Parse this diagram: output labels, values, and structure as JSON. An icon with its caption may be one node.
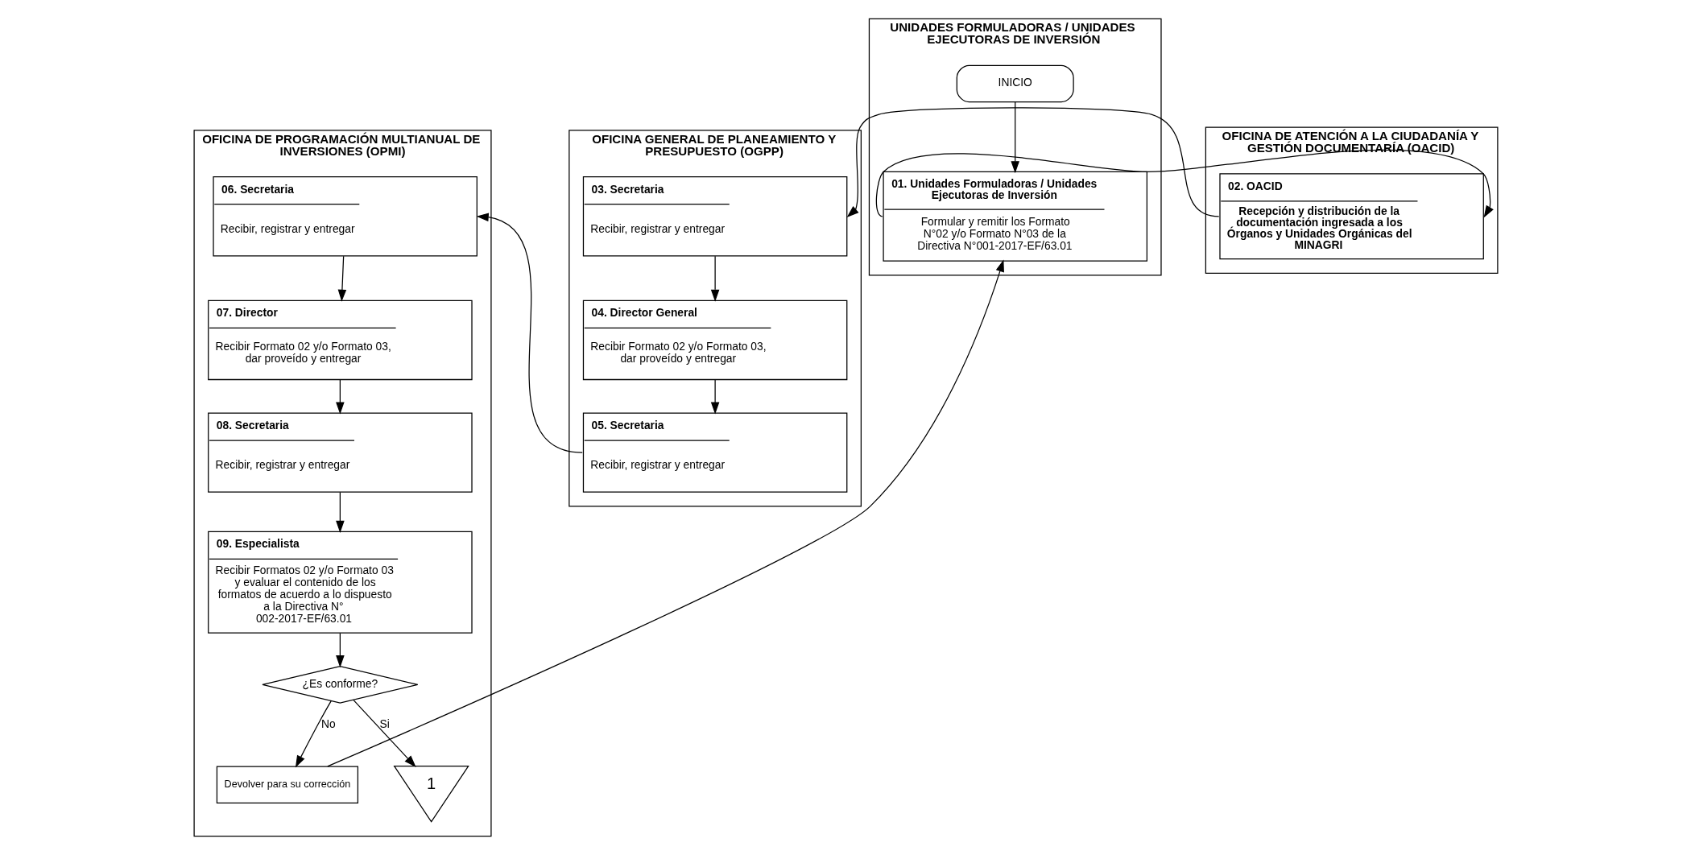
{
  "diagram": {
    "nodes": [
      {
        "text": [
          "OFICINA DE PROGRAMACIÓN MULTIANUAL DE INVERSIONES (OPMI)"
        ]
      },
      {
        "text": [
          "OFICINA GENERAL DE PLANEAMIENTO Y PRESUPUESTO (OGPP)"
        ]
      },
      {
        "text": [
          "OFICINA DE ATENCIÓN A LA CIUDADANÍA Y GESTIÓN DOCUMENTARÍA (OACID)"
        ]
      },
      {
        "text": [
          "UNIDADES FORMULADORAS / UNIDADES EJECUTORAS DE INVERSIÓN"
        ]
      },
      {
        "text": [
          "INICIO"
        ],
        "in": 3
      },
      {
        "text": [
          "01. Unidades Formuladoras / Unidades Ejecutoras de Inversión",
          "Formular y remitir los Formato N°02 y/o Formato N°03 de la Directiva N°001-2017-EF/63.01"
        ],
        "in": 3
      },
      {
        "text": [
          "02. OACID",
          "Recepción y distribución de la documentación ingresada a los Órganos y Unidades Orgánicas del MINAGRI"
        ],
        "in": 2
      },
      {
        "text": [
          "03. Secretaria",
          "Recibir, registrar y entregar"
        ],
        "in": 1
      },
      {
        "text": [
          "04. Director General",
          "Recibir Formato 02 y/o Formato 03, dar proveído y entregar"
        ],
        "in": 1
      },
      {
        "text": [
          "05. Secretaria",
          "Recibir, registrar y entregar"
        ],
        "in": 1
      },
      {
        "text": [
          "06. Secretaria",
          "Recibir, registrar y entregar"
        ],
        "in": 0
      },
      {
        "text": [
          "07. Director",
          "Recibir Formato 02 y/o Formato 03, dar proveído y entregar"
        ],
        "in": 0
      },
      {
        "text": [
          "08. Secretaria",
          "Recibir, registrar y entregar"
        ],
        "in": 0
      },
      {
        "text": [
          "09. Especialista",
          "Recibir Formatos 02 y/o Formato 03 y evaluar el contenido de los formatos de acuerdo a lo dispuesto a la Directiva N° 002-2017-EF/63.01"
        ],
        "in": 0
      },
      {
        "text": [
          "¿Es conforme?"
        ],
        "in": 0
      },
      {
        "text": [
          "Devolver para su corrección"
        ],
        "in": 0
      },
      {
        "text": [
          "1"
        ],
        "in": 0
      }
    ],
    "edges": [
      {
        "from": 4,
        "to": 5,
        "arrow": "to"
      },
      {
        "from": 5,
        "to": 6,
        "arrow": "to"
      },
      {
        "from": 6,
        "to": 7,
        "arrow": "to"
      },
      {
        "from": 7,
        "to": 8,
        "arrow": "to"
      },
      {
        "from": 8,
        "to": 9,
        "arrow": "to"
      },
      {
        "from": 9,
        "to": 10,
        "arrow": "to"
      },
      {
        "from": 10,
        "to": 11,
        "arrow": "to"
      },
      {
        "from": 11,
        "to": 12,
        "arrow": "to"
      },
      {
        "from": 12,
        "to": 13,
        "arrow": "to"
      },
      {
        "from": 13,
        "to": 14,
        "arrow": "to"
      },
      {
        "from": 14,
        "to": 15,
        "label": "No",
        "arrow": "to"
      },
      {
        "from": 14,
        "to": 16,
        "label": "Si",
        "arrow": "to"
      },
      {
        "from": 15,
        "to": 5,
        "arrow": "to"
      }
    ]
  }
}
